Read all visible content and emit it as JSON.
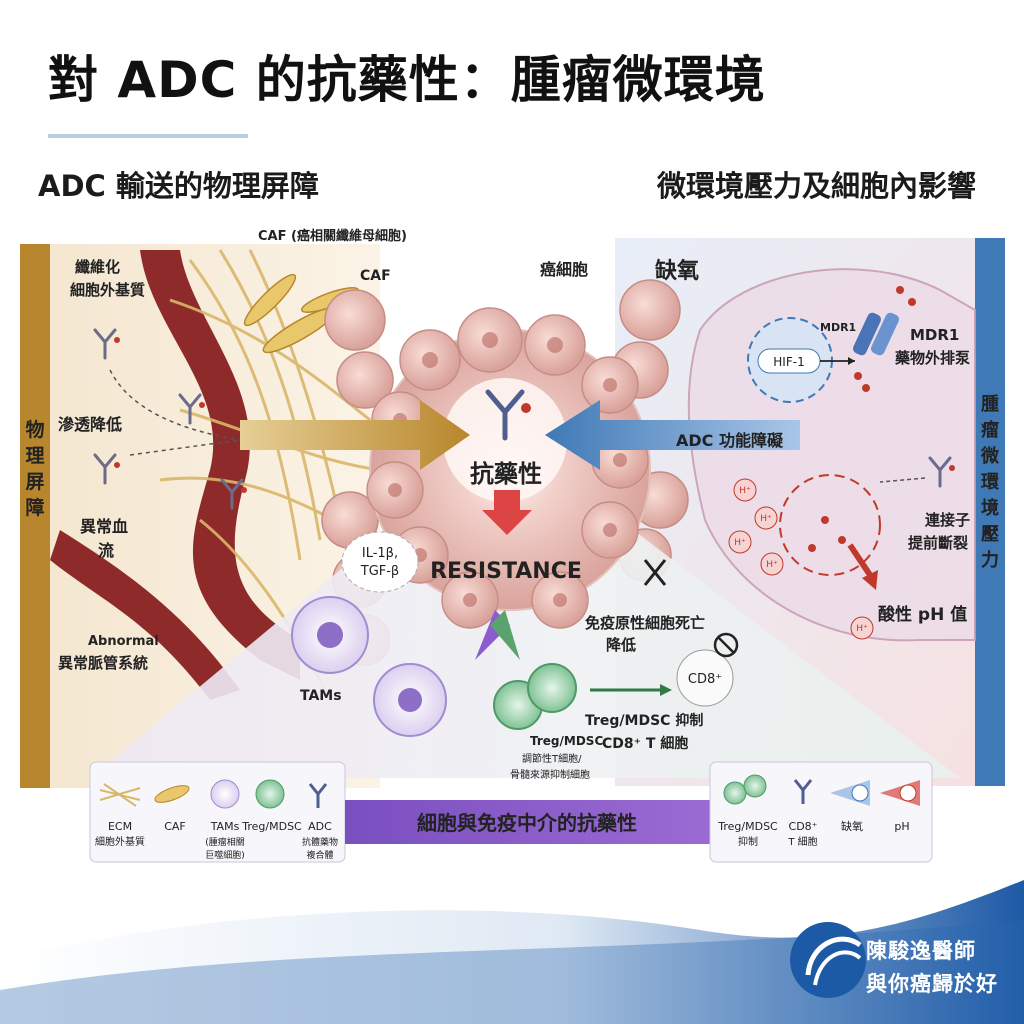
{
  "title": "對 ADC 的抗藥性：腫瘤微環境",
  "subtitle_left": "ADC 輸送的物理屏障",
  "subtitle_right": "微環境壓力及細胞內影響",
  "side_left": "物理屏障",
  "side_right": "腫瘤微環境壓力",
  "left_panel": {
    "ecm_line1": "纖維化",
    "ecm_line2": "細胞外基質",
    "permeability": "滲透降低",
    "flow_line1": "異常血",
    "flow_line2": "流",
    "abnormal": "Abnormal",
    "vessel": "異常脈管系統",
    "caf_top": "CAF (癌相關纖維母細胞)",
    "caf": "CAF"
  },
  "center": {
    "tumor_label": "癌細胞",
    "resistance_zh": "抗藥性",
    "resistance_en": "RESISTANCE",
    "cytokines_1": "IL-1β,",
    "cytokines_2": "TGF-β",
    "tams": "TAMs",
    "icd_line1": "免疫原性細胞死亡",
    "icd_line2": "降低",
    "cd8": "CD8⁺",
    "treg_suppress_1": "Treg/MDSC 抑制",
    "treg_suppress_2": "CD8⁺ T 細胞",
    "treg_desc_1": "Treg/MDSC",
    "treg_desc_2": "調節性T細胞/",
    "treg_desc_3": "骨髓來源抑制細胞"
  },
  "right_panel": {
    "hypoxia": "缺氧",
    "hif": "HIF-1",
    "mdr1": "MDR1",
    "mdr1_label_1": "MDR1",
    "mdr1_label_2": "藥物外排泵",
    "adc_impair": "ADC 功能障礙",
    "linker_1": "連接子",
    "linker_2": "提前斷裂",
    "acid_ph": "酸性 pH 值",
    "h_plus": "H⁺"
  },
  "banner": "細胞與免疫中介的抗藥性",
  "legend_left": [
    {
      "name": "ECM",
      "desc": "細胞外基質"
    },
    {
      "name": "CAF",
      "desc": ""
    },
    {
      "name": "TAMs",
      "desc": "(腫瘤相關",
      "desc2": "巨噬細胞)"
    },
    {
      "name": "Treg/MDSC",
      "desc": ""
    },
    {
      "name": "ADC",
      "desc": "抗體藥物",
      "desc2": "複合體"
    }
  ],
  "legend_right": [
    {
      "name": "Treg/MDSC",
      "desc": "抑制"
    },
    {
      "name": "CD8⁺",
      "desc": "T 細胞"
    },
    {
      "name": "缺氧",
      "desc": ""
    },
    {
      "name": "pH",
      "desc": ""
    }
  ],
  "logo": {
    "line1": "陳駿逸醫師",
    "line2": "與你癌歸於好"
  },
  "colors": {
    "gold": "#b8862c",
    "blue": "#3f79b6",
    "purple": "#7a4fc0",
    "vessel_red": "#8f2a2a",
    "tumor_pink": "#e7b3ad"
  }
}
